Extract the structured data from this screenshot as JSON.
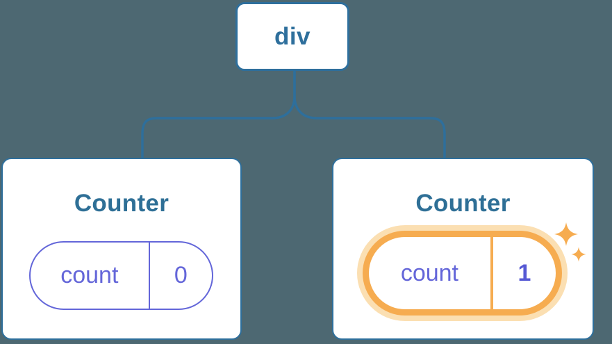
{
  "diagram": {
    "description": "Component tree with a div root and two Counter children; second Counter state just updated",
    "background_color": "#4D6872",
    "root_node": {
      "label": "div"
    },
    "children": [
      {
        "title": "Counter",
        "state_label": "count",
        "state_value": "0",
        "highlighted": false
      },
      {
        "title": "Counter",
        "state_label": "count",
        "state_value": "1",
        "highlighted": true
      }
    ],
    "colors": {
      "node_border_blue": "#2E6F9C",
      "title_blue": "#2E6F96",
      "connector_blue": "#2E6F9C",
      "state_purple": "#6466D9",
      "state_border_purple": "#6366D9",
      "state_value_bold_purple": "#5659D4",
      "highlight_orange": "#F6AC50",
      "highlight_glow": "#FBDFB2",
      "card_background": "#FFFFFF",
      "background": "#4D6872"
    }
  }
}
